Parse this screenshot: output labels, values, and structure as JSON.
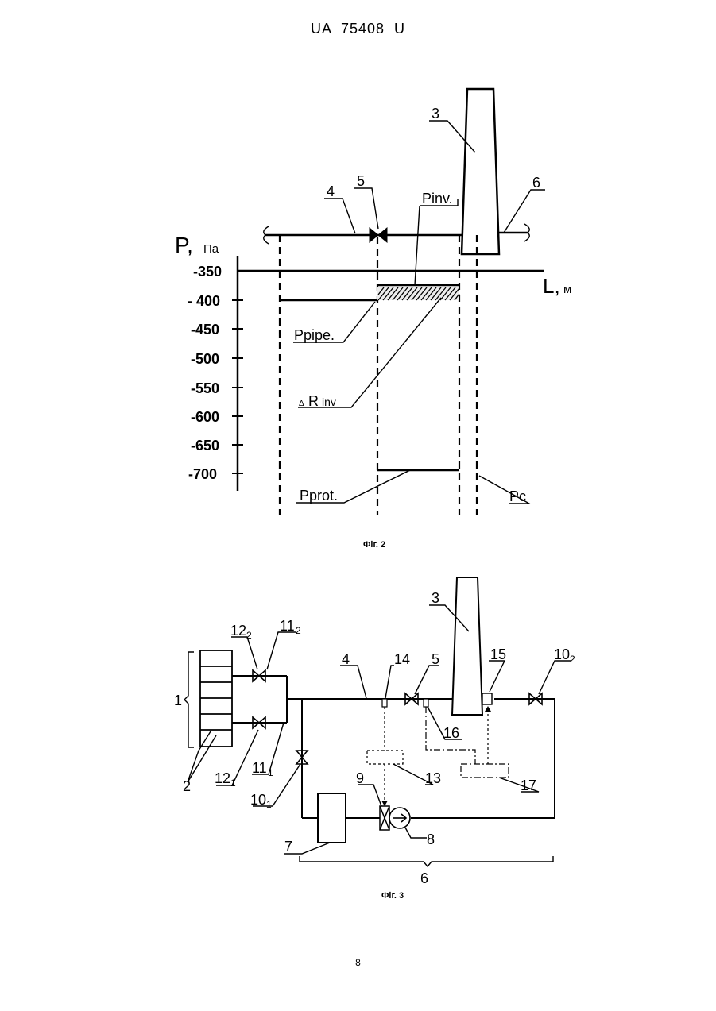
{
  "header": {
    "text": "UA   75408   U"
  },
  "page_number": "8",
  "fig2": {
    "caption": "Фіг. 2",
    "axis_y_label": "P,",
    "axis_y_unit": "Па",
    "axis_x_label": "L,",
    "axis_x_unit": "м",
    "ticks": [
      "-350",
      "- 400",
      "-450",
      "-500",
      "-550",
      "-600",
      "-650",
      "-700"
    ],
    "labels": {
      "n3": "3",
      "n4": "4",
      "n5": "5",
      "n6": "6",
      "pinv": "Pinv.",
      "ppipe": "Ppipe.",
      "dr_delta": "Δ",
      "dr_r": "R",
      "dr_sub": "inv",
      "pprot": "Pprot.",
      "pc": "Pc"
    }
  },
  "fig3": {
    "caption": "Фіг. 3",
    "labels": {
      "n1": "1",
      "n2": "2",
      "n3": "3",
      "n4": "4",
      "n5": "5",
      "n6": "6",
      "n7": "7",
      "n8": "8",
      "n9": "9",
      "n12_2_main": "12",
      "n12_2_sub": "2",
      "n11_2_main": "11",
      "n11_2_sub": "2",
      "n12_1_main": "12",
      "n12_1_sub": "1",
      "n11_1_main": "11",
      "n11_1_sub": "1",
      "n10_1_main": "10",
      "n10_1_sub": "1",
      "n10_2_main": "10",
      "n10_2_sub": "2",
      "n13": "13",
      "n14": "14",
      "n15": "15",
      "n16": "16",
      "n17": "17"
    }
  }
}
